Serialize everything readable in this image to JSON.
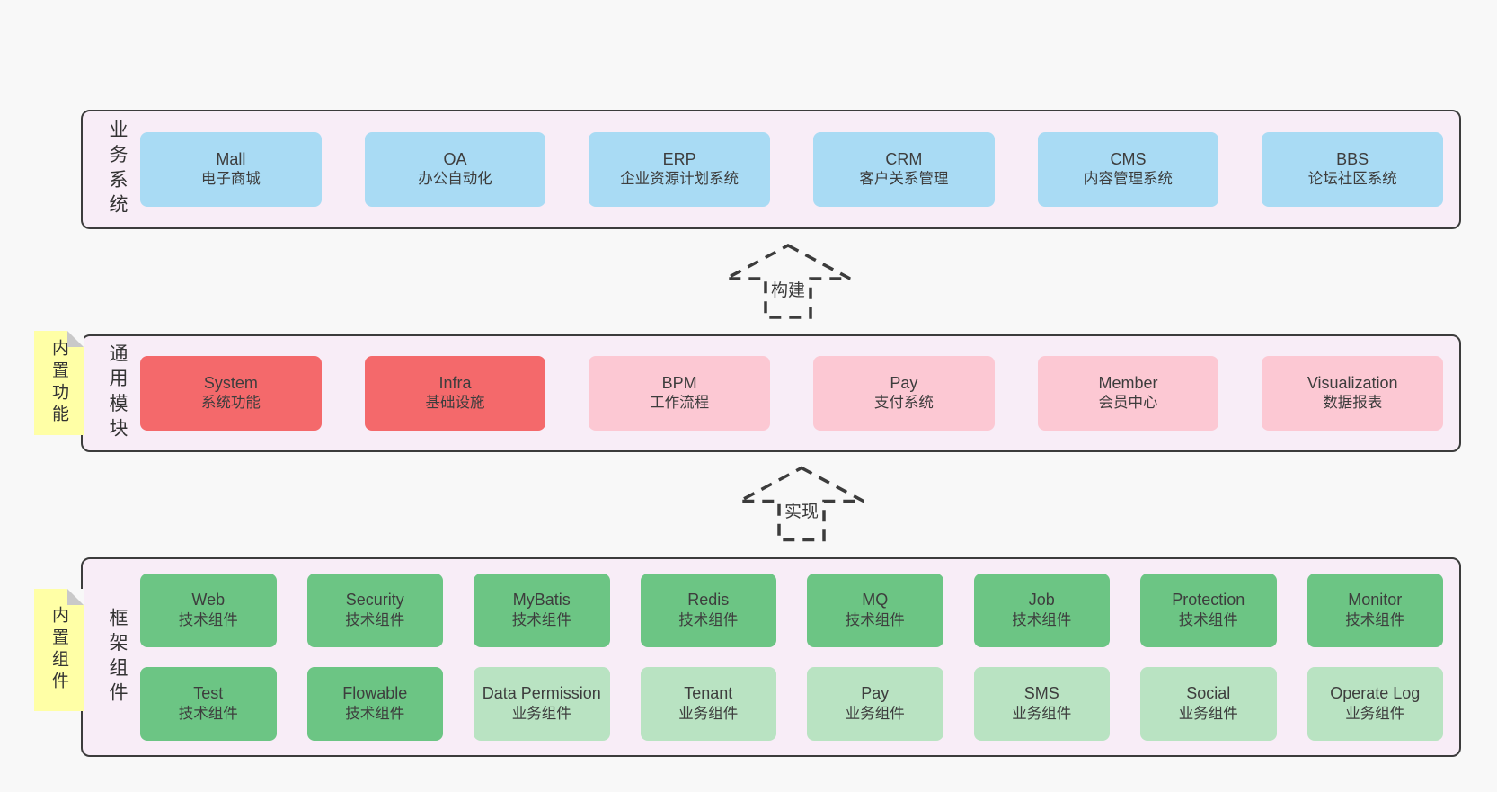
{
  "colors": {
    "page_bg": "#f8f8f8",
    "band_bg": "#f8edf7",
    "band_border": "#3c3c3c",
    "blue_box": "#a9dbf4",
    "red_box": "#f4696b",
    "pink_box": "#fcc8d3",
    "green_box": "#6cc584",
    "light_green_box": "#b9e3c2",
    "sticky_yellow": "#ffffa6",
    "sticky_fold": "#c9c9c9",
    "text": "#3d3d3d"
  },
  "arrows": [
    {
      "label": "构建"
    },
    {
      "label": "实现"
    }
  ],
  "bands": [
    {
      "label": "业务系统",
      "boxes": [
        {
          "name": "Mall",
          "subtitle": "电子商城"
        },
        {
          "name": "OA",
          "subtitle": "办公自动化"
        },
        {
          "name": "ERP",
          "subtitle": "企业资源计划系统"
        },
        {
          "name": "CRM",
          "subtitle": "客户关系管理"
        },
        {
          "name": "CMS",
          "subtitle": "内容管理系统"
        },
        {
          "name": "BBS",
          "subtitle": "论坛社区系统"
        }
      ]
    },
    {
      "label": "通用模块",
      "sticky": "内置功能",
      "boxes": [
        {
          "name": "System",
          "subtitle": "系统功能"
        },
        {
          "name": "Infra",
          "subtitle": "基础设施"
        },
        {
          "name": "BPM",
          "subtitle": "工作流程"
        },
        {
          "name": "Pay",
          "subtitle": "支付系统"
        },
        {
          "name": "Member",
          "subtitle": "会员中心"
        },
        {
          "name": "Visualization",
          "subtitle": "数据报表"
        }
      ]
    },
    {
      "label": "框架组件",
      "sticky": "内置组件",
      "rows": [
        [
          {
            "name": "Web",
            "subtitle": "技术组件"
          },
          {
            "name": "Security",
            "subtitle": "技术组件"
          },
          {
            "name": "MyBatis",
            "subtitle": "技术组件"
          },
          {
            "name": "Redis",
            "subtitle": "技术组件"
          },
          {
            "name": "MQ",
            "subtitle": "技术组件"
          },
          {
            "name": "Job",
            "subtitle": "技术组件"
          },
          {
            "name": "Protection",
            "subtitle": "技术组件"
          },
          {
            "name": "Monitor",
            "subtitle": "技术组件"
          }
        ],
        [
          {
            "name": "Test",
            "subtitle": "技术组件"
          },
          {
            "name": "Flowable",
            "subtitle": "技术组件"
          },
          {
            "name": "Data Permission",
            "subtitle": "业务组件"
          },
          {
            "name": "Tenant",
            "subtitle": "业务组件"
          },
          {
            "name": "Pay",
            "subtitle": "业务组件"
          },
          {
            "name": "SMS",
            "subtitle": "业务组件"
          },
          {
            "name": "Social",
            "subtitle": "业务组件"
          },
          {
            "name": "Operate Log",
            "subtitle": "业务组件"
          }
        ]
      ]
    }
  ]
}
